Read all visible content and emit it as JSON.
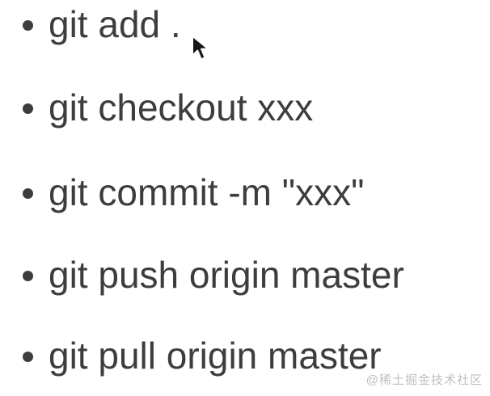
{
  "slide": {
    "background_color": "#ffffff",
    "text_color": "#3d3d3d",
    "items": [
      {
        "label": "git add ."
      },
      {
        "label": "git checkout xxx"
      },
      {
        "label": "git commit -m \"xxx\""
      },
      {
        "label": "git push origin master"
      },
      {
        "label": "git pull origin master"
      }
    ]
  },
  "cursor": {
    "icon": "arrow-cursor"
  },
  "watermark": {
    "text": "@稀土掘金技术社区",
    "color": "#bfbfbf"
  }
}
